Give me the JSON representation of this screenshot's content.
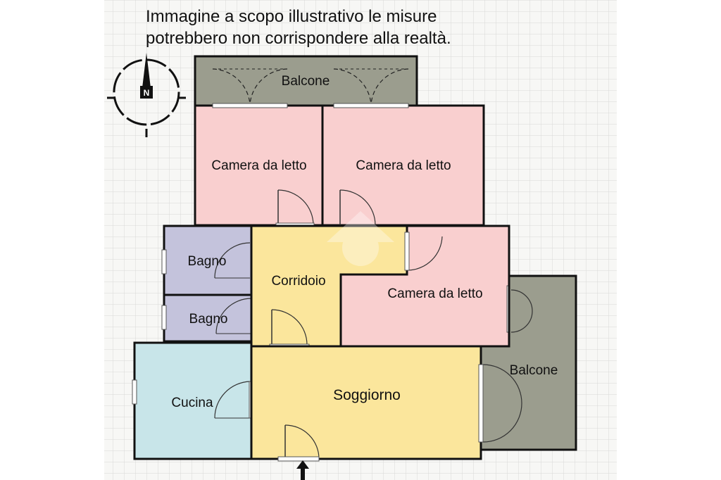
{
  "note": {
    "line1": "Immagine a scopo illustrativo le misure",
    "line2": "potrebbero non corrispondere alla realtà."
  },
  "compass": {
    "label": "N",
    "icon": "north-compass-icon"
  },
  "rooms": {
    "balcone_top": "Balcone",
    "camera_1": "Camera da letto",
    "camera_2": "Camera da letto",
    "camera_3": "Camera da letto",
    "bagno_1": "Bagno",
    "bagno_2": "Bagno",
    "corridoio": "Corridoio",
    "balcone_right": "Balcone",
    "cucina": "Cucina",
    "soggiorno": "Soggiorno"
  },
  "entrance": {
    "icon": "entrance-arrow-icon"
  },
  "colors": {
    "bedroom": "#f9cfcf",
    "bath": "#c4c3dc",
    "corridor": "#fbe69c",
    "kitchen": "#c8e5e9",
    "balcony": "#9b9d8e",
    "wall": "#111111",
    "grid": "#d9d9d9"
  }
}
